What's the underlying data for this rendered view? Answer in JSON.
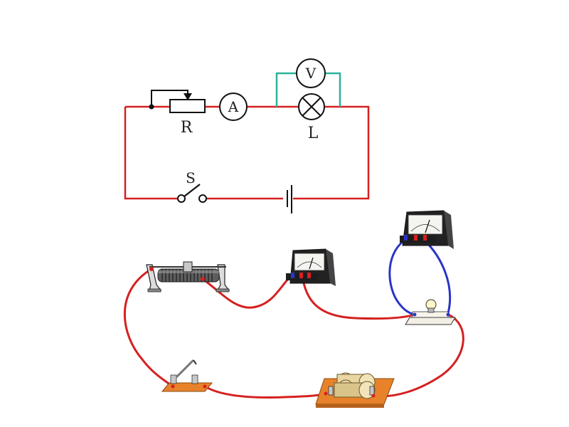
{
  "schematic": {
    "rheostat_label": "R",
    "ammeter_letter": "A",
    "voltmeter_letter": "V",
    "lamp_label": "L",
    "switch_label": "S"
  },
  "colors": {
    "main_wire": "#d62020",
    "parallel_wire": "#2bb39a",
    "voltmeter_leads": "#2a35c8",
    "wood_board": "#e8822a",
    "symbol_stroke": "#111111"
  },
  "physical_components": [
    "rheostat",
    "ammeter",
    "voltmeter",
    "lamp-on-board",
    "knife-switch",
    "battery-holder"
  ]
}
